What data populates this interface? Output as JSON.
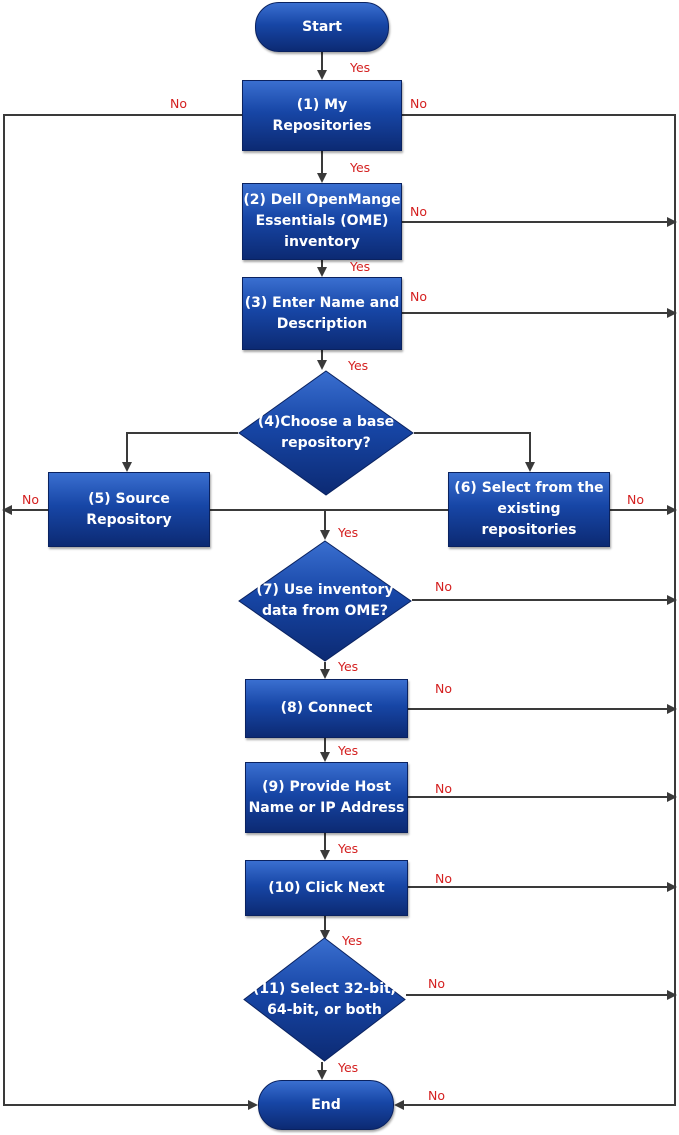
{
  "flowchart": {
    "start": "Start",
    "end": "End",
    "step1": "(1) My\nRepositories",
    "step2": "(2) Dell OpenMange\nEssentials (OME)\ninventory",
    "step3": "(3) Enter Name and\nDescription",
    "step4": "(4)Choose a base\nrepository?",
    "step5": "(5) Source\nRepository",
    "step6": "(6) Select from the\nexisting repositories",
    "step7": "(7) Use inventory\ndata from OME?",
    "step8": "(8) Connect",
    "step9": "(9) Provide Host\nName or IP Address",
    "step10": "(10) Click Next",
    "step11": "(11) Select 32-bit,\n64-bit, or both"
  },
  "labels": {
    "yes": "Yes",
    "no": "No"
  },
  "colors": {
    "box_top": "#3a6fd0",
    "box_bottom": "#0c2a73",
    "connector": "#3a3a3a",
    "label": "#d42020"
  }
}
